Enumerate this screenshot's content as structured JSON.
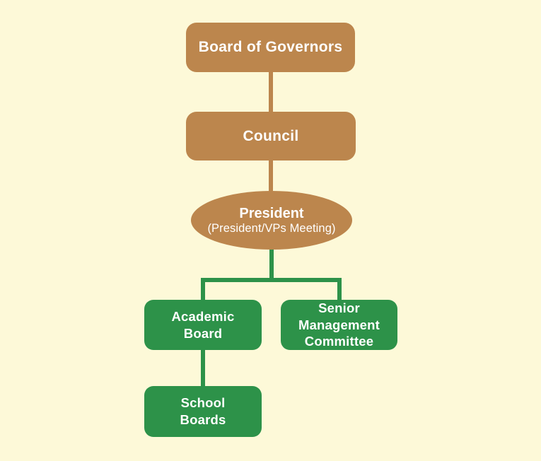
{
  "canvas": {
    "background_color": "#FDF9D8"
  },
  "palette": {
    "brown": "#BC864D",
    "green": "#2D9249",
    "text": "#FFFFFF"
  },
  "org_chart": {
    "nodes": {
      "board_of_governors": {
        "label": "Board of Governors",
        "shape": "rounded-rect",
        "color": "#BC864D"
      },
      "council": {
        "label": "Council",
        "shape": "rounded-rect",
        "color": "#BC864D"
      },
      "president": {
        "title": "President",
        "subtitle": "(President/VPs Meeting)",
        "shape": "ellipse",
        "color": "#BC864D"
      },
      "academic_board": {
        "lines": [
          "Academic",
          "Board"
        ],
        "shape": "rounded-rect",
        "color": "#2D9249"
      },
      "senior_management_committee": {
        "lines": [
          "Senior",
          "Management",
          "Committee"
        ],
        "shape": "rounded-rect",
        "color": "#2D9249"
      },
      "school_boards": {
        "lines": [
          "School",
          "Boards"
        ],
        "shape": "rounded-rect",
        "color": "#2D9249"
      }
    },
    "edges": [
      {
        "from": "board_of_governors",
        "to": "council",
        "color": "#BC864D"
      },
      {
        "from": "council",
        "to": "president",
        "color": "#BC864D"
      },
      {
        "from": "president",
        "to": "academic_board",
        "color": "#2D9249"
      },
      {
        "from": "president",
        "to": "senior_management_committee",
        "color": "#2D9249"
      },
      {
        "from": "academic_board",
        "to": "school_boards",
        "color": "#2D9249"
      }
    ]
  }
}
